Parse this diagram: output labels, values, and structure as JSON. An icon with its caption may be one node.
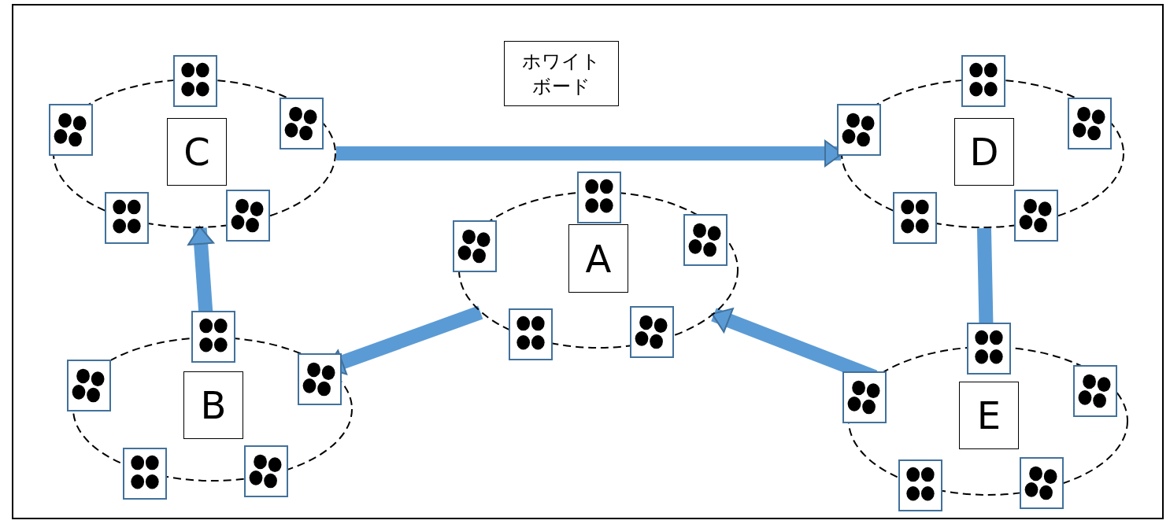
{
  "diagram": {
    "nodes": [
      {
        "text": [],
        "shape": "ellipse"
      },
      {
        "text": [
          "C"
        ],
        "in": 0
      },
      {
        "text": [
          "ホワイトボード"
        ]
      },
      {
        "text": [],
        "shape": "ellipse"
      },
      {
        "text": [
          "D"
        ],
        "in": 3
      },
      {
        "text": [],
        "shape": "ellipse"
      },
      {
        "text": [
          "A"
        ],
        "in": 5
      },
      {
        "text": [],
        "shape": "ellipse"
      },
      {
        "text": [
          "B"
        ],
        "in": 7
      },
      {
        "text": [],
        "shape": "ellipse"
      },
      {
        "text": [
          "E"
        ],
        "in": 9
      }
    ],
    "edges": [
      {
        "from": 0,
        "to": 3,
        "arrow": "to"
      },
      {
        "from": 3,
        "to": 9,
        "arrow": "to"
      },
      {
        "from": 9,
        "to": 5,
        "arrow": "to"
      },
      {
        "from": 5,
        "to": 7,
        "arrow": "to"
      },
      {
        "from": 7,
        "to": 0,
        "arrow": "to"
      }
    ]
  }
}
